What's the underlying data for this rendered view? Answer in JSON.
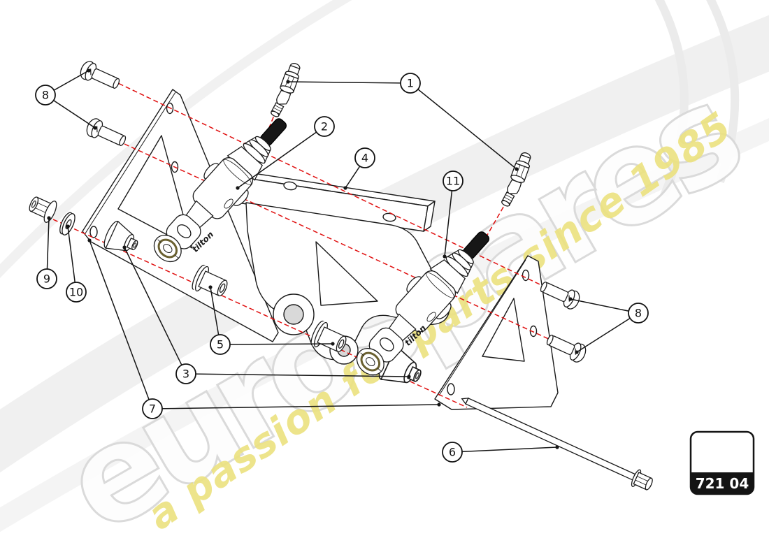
{
  "watermark": {
    "brand": "eurospares",
    "tagline": "a passion for parts since 1985"
  },
  "diagram": {
    "part_code": "721 04",
    "cylinder_brand": "tilton",
    "callouts": [
      {
        "id": "1",
        "label": "1"
      },
      {
        "id": "2",
        "label": "2"
      },
      {
        "id": "3",
        "label": "3"
      },
      {
        "id": "4",
        "label": "4"
      },
      {
        "id": "5",
        "label": "5"
      },
      {
        "id": "6",
        "label": "6"
      },
      {
        "id": "7",
        "label": "7"
      },
      {
        "id": "8-left",
        "label": "8"
      },
      {
        "id": "8-right",
        "label": "8"
      },
      {
        "id": "9",
        "label": "9"
      },
      {
        "id": "10",
        "label": "10"
      },
      {
        "id": "11",
        "label": "11"
      }
    ]
  },
  "colors": {
    "axis_red": "#e01010",
    "line": "#1a1a1a",
    "watermark_gray": "#d9d9d9",
    "watermark_yellow": "#ece27f",
    "badge_bg": "#141414",
    "badge_text": "#ffffff"
  }
}
